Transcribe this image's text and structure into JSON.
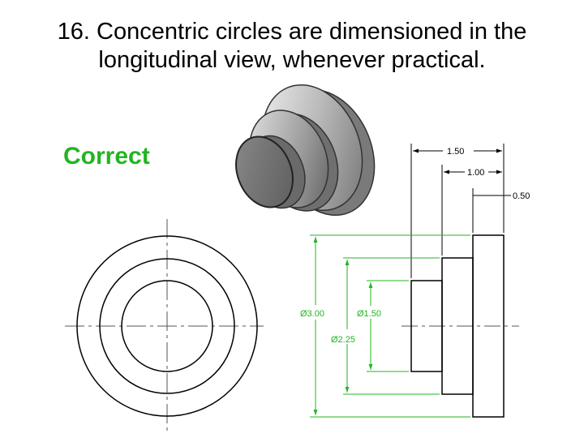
{
  "title": {
    "line1": "16. Concentric circles are dimensioned in the",
    "line2": "longitudinal view, whenever practical."
  },
  "status_label": "Correct",
  "dimensions": {
    "length_overall": "1.50",
    "length_middle": "1.00",
    "length_small": "0.50",
    "diameter_large": "Ø3.00",
    "diameter_middle": "Ø2.25",
    "diameter_small": "Ø1.50"
  },
  "colors": {
    "correct_label": "#22b522",
    "dimension_lines": "#22b522",
    "outline": "#000000"
  }
}
